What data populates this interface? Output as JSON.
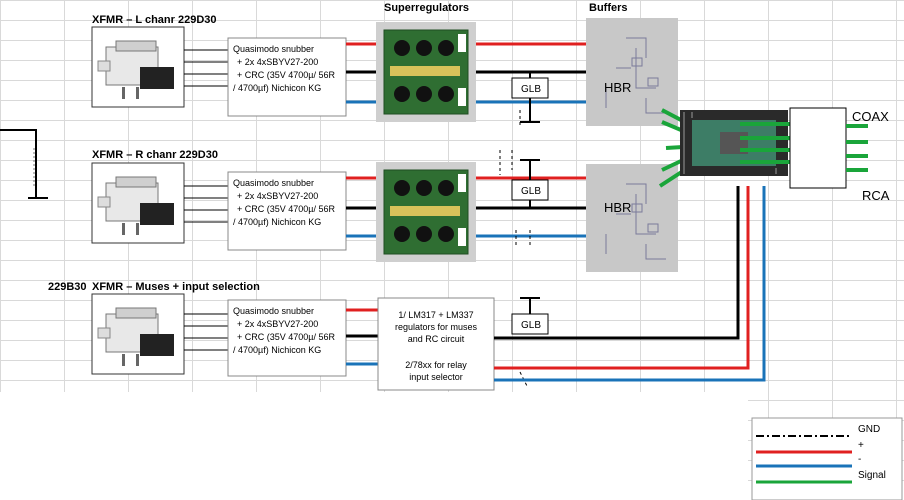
{
  "headers": {
    "superregulators": "Superregulators",
    "buffers": "Buffers"
  },
  "transformers": [
    {
      "title": "XFMR – L chanr 229D30"
    },
    {
      "title": "XFMR – R chanr 229D30"
    },
    {
      "prefix": "229B30",
      "title": "XFMR – Muses + input selection"
    }
  ],
  "snubber_text": [
    "Quasimodo snubber",
    "+ 2x  4xSBYV27-200",
    "+ CRC (35V 4700µ/ 56R",
    "/ 4700µf) Nichicon KG"
  ],
  "glb_label": "GLB",
  "hbr_label": "HBR",
  "regulator_box": {
    "line1": "1/ LM317 + LM337",
    "line2": "regulators for muses",
    "line3": "and RC circuit",
    "line4": "2/78xx for relay",
    "line5": "input selector"
  },
  "outputs": {
    "coax": "COAX",
    "rca": "RCA"
  },
  "legend": [
    {
      "label": "GND",
      "color": "#000000",
      "style": "dashdot"
    },
    {
      "label": "+",
      "color": "#e02020",
      "style": "solid"
    },
    {
      "label": "-",
      "color": "#1a73b8",
      "style": "solid"
    },
    {
      "label": "Signal",
      "color": "#1aa53a",
      "style": "solid"
    }
  ],
  "colors": {
    "positive": "#e02020",
    "negative": "#1a73b8",
    "ground": "#000000",
    "signal": "#1aa53a",
    "pcb": "#2f6e32",
    "buffer": "#c8c8c8"
  }
}
